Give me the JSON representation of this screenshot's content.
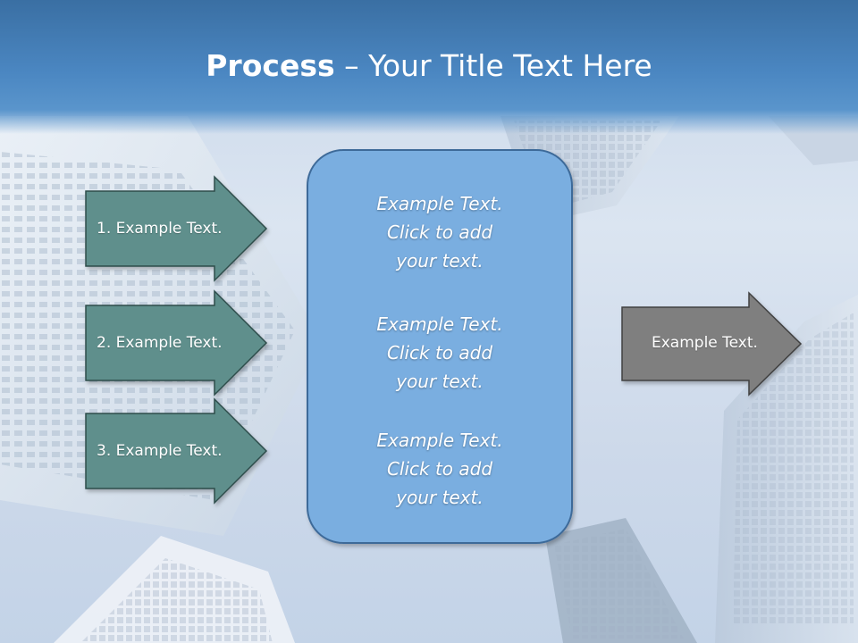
{
  "slide": {
    "title_bold": "Process",
    "title_rest": " – Your Title Text Here"
  },
  "arrows": [
    {
      "label": "1. Example Text."
    },
    {
      "label": "2. Example Text."
    },
    {
      "label": "3. Example Text."
    }
  ],
  "center_blocks": [
    {
      "lines": [
        "Example Text.",
        "Click  to add",
        "your text."
      ]
    },
    {
      "lines": [
        "Example Text.",
        "Click  to add",
        "your text."
      ]
    },
    {
      "lines": [
        "Example Text.",
        "Click  to add",
        "your text."
      ]
    }
  ],
  "output_arrow": {
    "label": "Example Text."
  },
  "colors": {
    "header": "#4b87c2",
    "input_arrow_fill": "#5f8f8c",
    "center_box_fill": "#7aaee0",
    "output_arrow_fill": "#7f7f7f"
  }
}
